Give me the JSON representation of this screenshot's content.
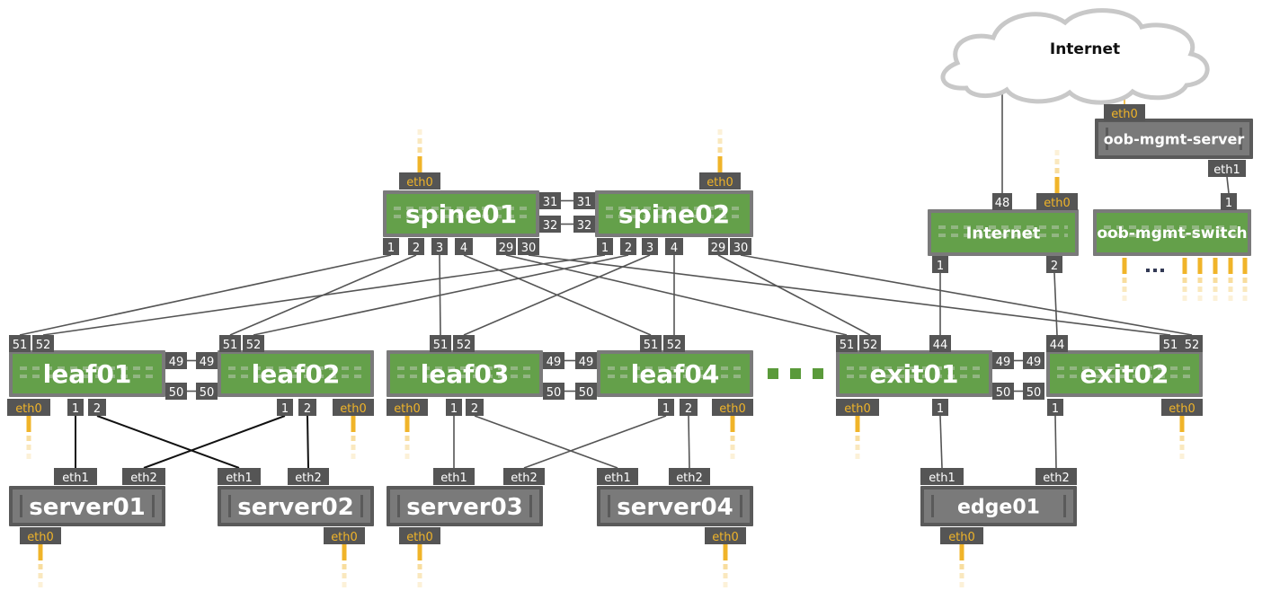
{
  "colors": {
    "switch_fill": "#64a04a",
    "switch_border": "#7a7a7a",
    "server_fill": "#7a7a7a",
    "server_border": "#5a5a5a",
    "port_bg": "#555555",
    "link": "#555555",
    "link_dark": "#111111",
    "mgmt": "#f0b429",
    "ellipsis_green": "#5a9a3a"
  },
  "cloud": {
    "label": "Internet"
  },
  "devices": [
    {
      "id": "spine01",
      "label": "spine01",
      "type": "switch"
    },
    {
      "id": "spine02",
      "label": "spine02",
      "type": "switch"
    },
    {
      "id": "internet",
      "label": "Internet",
      "type": "switch"
    },
    {
      "id": "oob-mgmt-server",
      "label": "oob-mgmt-server",
      "type": "server"
    },
    {
      "id": "oob-mgmt-switch",
      "label": "oob-mgmt-switch",
      "type": "switch"
    },
    {
      "id": "leaf01",
      "label": "leaf01",
      "type": "switch"
    },
    {
      "id": "leaf02",
      "label": "leaf02",
      "type": "switch"
    },
    {
      "id": "leaf03",
      "label": "leaf03",
      "type": "switch"
    },
    {
      "id": "leaf04",
      "label": "leaf04",
      "type": "switch"
    },
    {
      "id": "exit01",
      "label": "exit01",
      "type": "switch"
    },
    {
      "id": "exit02",
      "label": "exit02",
      "type": "switch"
    },
    {
      "id": "server01",
      "label": "server01",
      "type": "server"
    },
    {
      "id": "server02",
      "label": "server02",
      "type": "server"
    },
    {
      "id": "server03",
      "label": "server03",
      "type": "server"
    },
    {
      "id": "server04",
      "label": "server04",
      "type": "server"
    },
    {
      "id": "edge01",
      "label": "edge01",
      "type": "server"
    }
  ],
  "ports": [
    {
      "device": "spine01",
      "label": "eth0",
      "mgmt": true
    },
    {
      "device": "spine01",
      "label": "1"
    },
    {
      "device": "spine01",
      "label": "2"
    },
    {
      "device": "spine01",
      "label": "3"
    },
    {
      "device": "spine01",
      "label": "4"
    },
    {
      "device": "spine01",
      "label": "29"
    },
    {
      "device": "spine01",
      "label": "30"
    },
    {
      "device": "spine01",
      "label": "31"
    },
    {
      "device": "spine01",
      "label": "32"
    },
    {
      "device": "spine02",
      "label": "eth0",
      "mgmt": true
    },
    {
      "device": "spine02",
      "label": "1"
    },
    {
      "device": "spine02",
      "label": "2"
    },
    {
      "device": "spine02",
      "label": "3"
    },
    {
      "device": "spine02",
      "label": "4"
    },
    {
      "device": "spine02",
      "label": "29"
    },
    {
      "device": "spine02",
      "label": "30"
    },
    {
      "device": "spine02",
      "label": "31"
    },
    {
      "device": "spine02",
      "label": "32"
    },
    {
      "device": "internet",
      "label": "48"
    },
    {
      "device": "internet",
      "label": "eth0",
      "mgmt": true
    },
    {
      "device": "internet",
      "label": "1"
    },
    {
      "device": "internet",
      "label": "2"
    },
    {
      "device": "oob-mgmt-server",
      "label": "eth0",
      "mgmt": true
    },
    {
      "device": "oob-mgmt-server",
      "label": "eth1"
    },
    {
      "device": "oob-mgmt-switch",
      "label": "1"
    },
    {
      "device": "leaf01",
      "label": "51"
    },
    {
      "device": "leaf01",
      "label": "52"
    },
    {
      "device": "leaf01",
      "label": "49"
    },
    {
      "device": "leaf01",
      "label": "50"
    },
    {
      "device": "leaf01",
      "label": "eth0",
      "mgmt": true
    },
    {
      "device": "leaf01",
      "label": "1"
    },
    {
      "device": "leaf01",
      "label": "2"
    },
    {
      "device": "leaf02",
      "label": "51"
    },
    {
      "device": "leaf02",
      "label": "52"
    },
    {
      "device": "leaf02",
      "label": "49"
    },
    {
      "device": "leaf02",
      "label": "50"
    },
    {
      "device": "leaf02",
      "label": "eth0",
      "mgmt": true
    },
    {
      "device": "leaf02",
      "label": "1"
    },
    {
      "device": "leaf02",
      "label": "2"
    },
    {
      "device": "leaf03",
      "label": "51"
    },
    {
      "device": "leaf03",
      "label": "52"
    },
    {
      "device": "leaf03",
      "label": "49"
    },
    {
      "device": "leaf03",
      "label": "50"
    },
    {
      "device": "leaf03",
      "label": "eth0",
      "mgmt": true
    },
    {
      "device": "leaf03",
      "label": "1"
    },
    {
      "device": "leaf03",
      "label": "2"
    },
    {
      "device": "leaf04",
      "label": "51"
    },
    {
      "device": "leaf04",
      "label": "52"
    },
    {
      "device": "leaf04",
      "label": "49"
    },
    {
      "device": "leaf04",
      "label": "50"
    },
    {
      "device": "leaf04",
      "label": "eth0",
      "mgmt": true
    },
    {
      "device": "leaf04",
      "label": "1"
    },
    {
      "device": "leaf04",
      "label": "2"
    },
    {
      "device": "exit01",
      "label": "51"
    },
    {
      "device": "exit01",
      "label": "52"
    },
    {
      "device": "exit01",
      "label": "44"
    },
    {
      "device": "exit01",
      "label": "49"
    },
    {
      "device": "exit01",
      "label": "50"
    },
    {
      "device": "exit01",
      "label": "eth0",
      "mgmt": true
    },
    {
      "device": "exit01",
      "label": "1"
    },
    {
      "device": "exit02",
      "label": "44"
    },
    {
      "device": "exit02",
      "label": "51"
    },
    {
      "device": "exit02",
      "label": "52"
    },
    {
      "device": "exit02",
      "label": "49"
    },
    {
      "device": "exit02",
      "label": "50"
    },
    {
      "device": "exit02",
      "label": "1"
    },
    {
      "device": "exit02",
      "label": "eth0",
      "mgmt": true
    },
    {
      "device": "server01",
      "label": "eth1"
    },
    {
      "device": "server01",
      "label": "eth2"
    },
    {
      "device": "server01",
      "label": "eth0",
      "mgmt": true
    },
    {
      "device": "server02",
      "label": "eth1"
    },
    {
      "device": "server02",
      "label": "eth2"
    },
    {
      "device": "server02",
      "label": "eth0",
      "mgmt": true
    },
    {
      "device": "server03",
      "label": "eth1"
    },
    {
      "device": "server03",
      "label": "eth2"
    },
    {
      "device": "server03",
      "label": "eth0",
      "mgmt": true
    },
    {
      "device": "server04",
      "label": "eth1"
    },
    {
      "device": "server04",
      "label": "eth2"
    },
    {
      "device": "server04",
      "label": "eth0",
      "mgmt": true
    },
    {
      "device": "edge01",
      "label": "eth1"
    },
    {
      "device": "edge01",
      "label": "eth2"
    },
    {
      "device": "edge01",
      "label": "eth0",
      "mgmt": true
    }
  ],
  "links": [
    {
      "a": "spine01:31",
      "b": "spine02:31"
    },
    {
      "a": "spine01:32",
      "b": "spine02:32"
    },
    {
      "a": "spine01:1",
      "b": "leaf01:51"
    },
    {
      "a": "spine01:2",
      "b": "leaf02:51"
    },
    {
      "a": "spine01:3",
      "b": "leaf03:51"
    },
    {
      "a": "spine01:4",
      "b": "leaf04:51"
    },
    {
      "a": "spine01:29",
      "b": "exit01:51"
    },
    {
      "a": "spine01:30",
      "b": "exit02:51"
    },
    {
      "a": "spine02:1",
      "b": "leaf01:52"
    },
    {
      "a": "spine02:2",
      "b": "leaf02:52"
    },
    {
      "a": "spine02:3",
      "b": "leaf03:52"
    },
    {
      "a": "spine02:4",
      "b": "leaf04:52"
    },
    {
      "a": "spine02:29",
      "b": "exit01:52"
    },
    {
      "a": "spine02:30",
      "b": "exit02:52"
    },
    {
      "a": "leaf01:49",
      "b": "leaf02:49"
    },
    {
      "a": "leaf01:50",
      "b": "leaf02:50"
    },
    {
      "a": "leaf03:49",
      "b": "leaf04:49"
    },
    {
      "a": "leaf03:50",
      "b": "leaf04:50"
    },
    {
      "a": "exit01:49",
      "b": "exit02:49"
    },
    {
      "a": "exit01:50",
      "b": "exit02:50"
    },
    {
      "a": "leaf01:1",
      "b": "server01:eth1"
    },
    {
      "a": "leaf01:2",
      "b": "server02:eth1"
    },
    {
      "a": "leaf02:1",
      "b": "server01:eth2"
    },
    {
      "a": "leaf02:2",
      "b": "server02:eth2"
    },
    {
      "a": "leaf03:1",
      "b": "server03:eth1"
    },
    {
      "a": "leaf03:2",
      "b": "server04:eth1"
    },
    {
      "a": "leaf04:1",
      "b": "server03:eth2"
    },
    {
      "a": "leaf04:2",
      "b": "server04:eth2"
    },
    {
      "a": "internet:1",
      "b": "exit01:44"
    },
    {
      "a": "internet:2",
      "b": "exit02:44"
    },
    {
      "a": "exit01:1",
      "b": "edge01:eth1"
    },
    {
      "a": "exit02:1",
      "b": "edge01:eth2"
    },
    {
      "a": "cloud",
      "b": "internet:48"
    },
    {
      "a": "cloud",
      "b": "oob-mgmt-server:eth0"
    },
    {
      "a": "oob-mgmt-server:eth1",
      "b": "oob-mgmt-switch:1"
    }
  ],
  "ellipsis": {
    "leaf_row": "...",
    "oob_switch": "..."
  }
}
